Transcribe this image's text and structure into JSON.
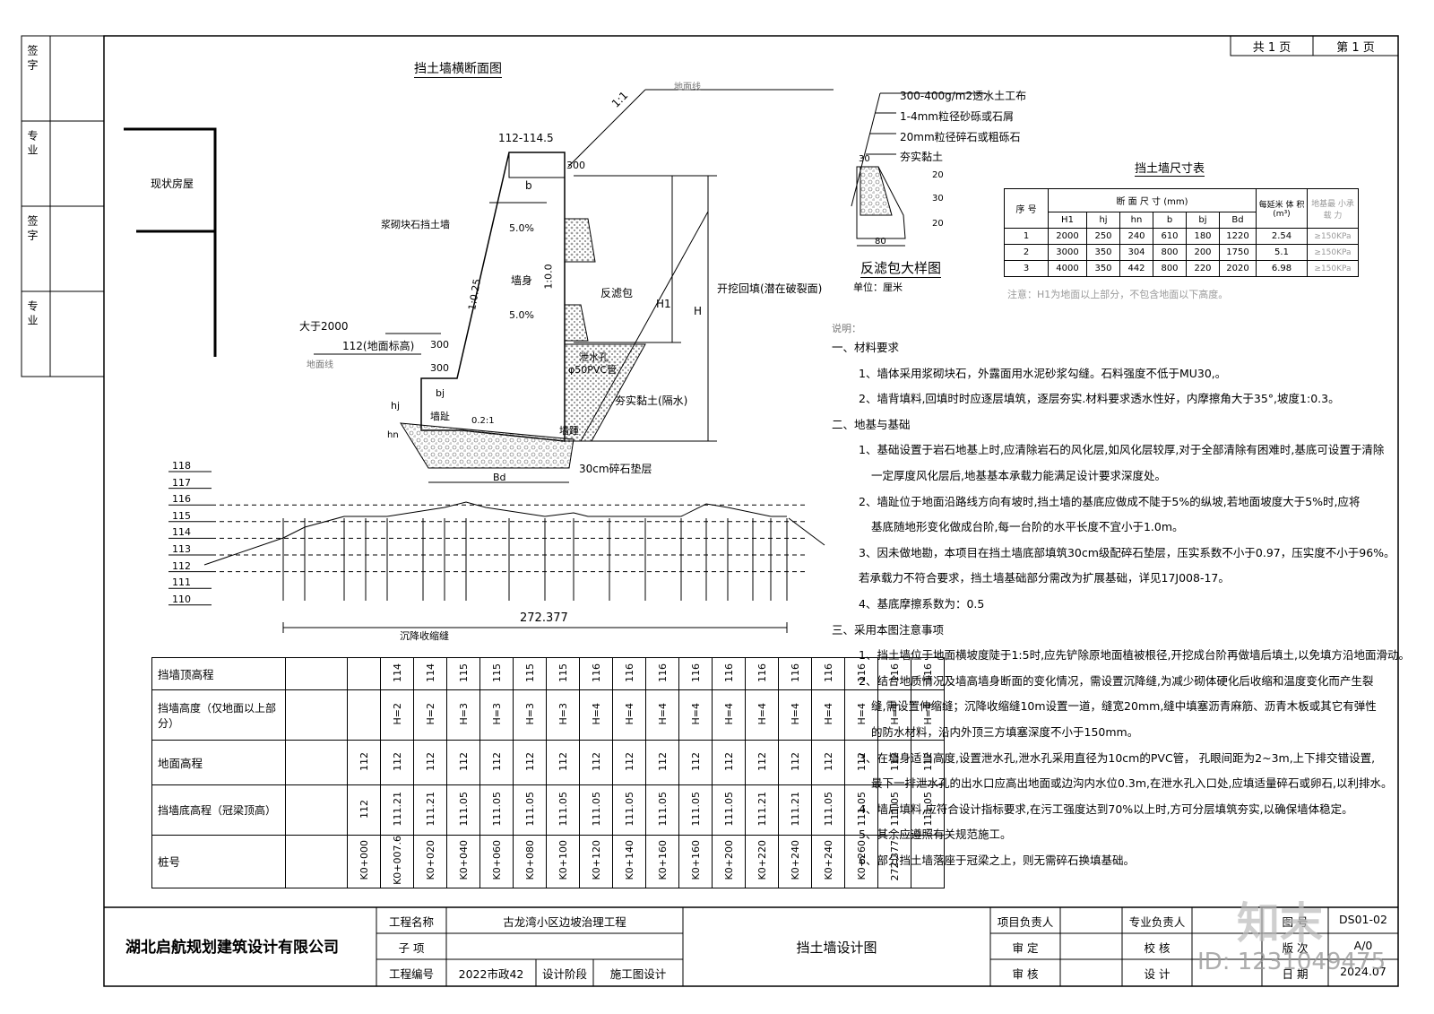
{
  "page_counter": {
    "total_label": "共 1 页",
    "page_label": "第 1 页"
  },
  "side_strip": [
    "签 字",
    "专 业",
    "签 字",
    "专 业"
  ],
  "section_title": "挡土墙横断面图",
  "cross_section": {
    "slope_ratio": "1:1",
    "ground_line": "地面线",
    "ground_line2": "地面线",
    "top_elev": "112-114.5",
    "cap_300": "300",
    "b": "b",
    "masonry_wall": "浆砌块石挡土墙",
    "grade1": "5.0%",
    "grade2": "5.0%",
    "body": "墙身",
    "batter": "1:0.25",
    "back_batter": "1:0.0",
    "filter_bag": "反滤包",
    "h1": "H1",
    "h": "H",
    "backfill": "开挖回填(潜在破裂面)",
    "more_than": "大于2000",
    "ground_elev": "112(地面标高)",
    "d300a": "300",
    "d300b": "300",
    "bj": "bj",
    "hj": "hj",
    "toe": "墙趾",
    "heel": "墙踵",
    "base_slope": "0.2:1",
    "hn": "hn",
    "drain_hole": "泄水孔",
    "pvc": "φ50PVC管",
    "clay": "夯实黏土(隔水)",
    "gravel": "30cm碎石垫层",
    "bd": "Bd",
    "building": "现状房屋"
  },
  "filter_detail": {
    "layers": [
      "300-400g/m2透水土工布",
      "1-4mm粒径砂砾或石屑",
      "20mm粒径碎石或粗砾石",
      "夯实黏土"
    ],
    "dim_top": "30",
    "dims_right": [
      "20",
      "30",
      "20"
    ],
    "dim_bottom": "80",
    "title": "反滤包大样图",
    "unit": "单位：厘米"
  },
  "dim_table": {
    "title": "挡土墙尺寸表",
    "col_seq": "序 号",
    "col_section": "断 面 尺 寸",
    "col_mm": "(mm)",
    "col_volume": "每延米 体 积 (m³)",
    "col_bearing": "地基最 小承载 力",
    "sub_headers": [
      "H1",
      "hj",
      "hn",
      "b",
      "bj",
      "Bd"
    ],
    "rows": [
      {
        "seq": "1",
        "H1": "2000",
        "hj": "250",
        "hn": "240",
        "b": "610",
        "bj": "180",
        "Bd": "1220",
        "vol": "2.54",
        "bear": "≥150KPa"
      },
      {
        "seq": "2",
        "H1": "3000",
        "hj": "350",
        "hn": "304",
        "b": "800",
        "bj": "200",
        "Bd": "1750",
        "vol": "5.1",
        "bear": "≥150KPa"
      },
      {
        "seq": "3",
        "H1": "4000",
        "hj": "350",
        "hn": "442",
        "b": "800",
        "bj": "220",
        "Bd": "2020",
        "vol": "6.98",
        "bear": "≥150KPa"
      }
    ],
    "note": "注意：H1为地面以上部分，不包含地面以下高度。"
  },
  "notes": [
    "说明：",
    "一、材料要求",
    "1、墙体采用浆砌块石，外露面用水泥砂浆勾缝。石料强度不低于MU30,。",
    "2、墙背填料,回填时时应逐层填筑，逐层夯实.材料要求透水性好，内摩擦角大于35°,坡度1:0.3。",
    "二、地基与基础",
    "1、基础设置于岩石地基上时,应清除岩石的风化层,如风化层较厚,对于全部清除有困难时,基底可设置于清除",
    "一定厚度风化层后,地基基本承载力能满足设计要求深度处。",
    "2、墙趾位于地面沿路线方向有坡时,挡土墙的基底应做成不陡于5%的纵坡,若地面坡度大于5%时,应将",
    "基底随地形变化做成台阶,每一台阶的水平长度不宜小于1.0m。",
    "3、因未做地勘，本项目在挡土墙底部填筑30cm级配碎石垫层，压实系数不小于0.97，压实度不小于96%。",
    "若承载力不符合要求，挡土墙基础部分需改为扩展基础，详见17J008-17。",
    "4、基底摩擦系数为：0.5",
    "三、采用本图注意事项",
    "1、挡土墙位于地面横坡度陡于1:5时,应先铲除原地面植被根径,开挖成台阶再做墙后填土,以免填方沿地面滑动。",
    "2、结合地质情况及墙高墙身断面的变化情况，需设置沉降缝,为减少砌体硬化后收缩和温度变化而产生裂",
    "缝,需设置伸缩缝；沉降收缩缝10m设置一道，缝宽20mm,缝中填塞沥青麻筋、沥青木板或其它有弹性",
    "的防水材料，沿内外顶三方填塞深度不小于150mm。",
    "3、在墙身适当高度,设置泄水孔,泄水孔采用直径为10cm的PVC管， 孔眼间距为2~3m,上下排交错设置,",
    "最下一排泄水孔的出水口应高出地面或边沟内水位0.3m,在泄水孔入口处,应填适量碎石或卵石,以利排水。",
    "4、墙后填料,应符合设计指标要求,在污工强度达到70%以上时,方可分层填筑夯实,以确保墙体稳定。",
    "5、其余应遵照有关规范施工。",
    "6、部分挡土墙落座于冠梁之上，则无需碎石换填基础。"
  ],
  "profile": {
    "elevations": [
      "118",
      "117",
      "116",
      "115",
      "114",
      "113",
      "112",
      "111",
      "110"
    ],
    "joint_label": "沉降收缩缝",
    "length": "272.377"
  },
  "station_table": {
    "row_labels": [
      "挡墙顶高程",
      "挡墙高度（仅地面以上部分）",
      "地面高程",
      "挡墙底高程（冠梁顶高）",
      "桩号"
    ],
    "top": [
      "",
      "114",
      "114",
      "115",
      "115",
      "115",
      "115",
      "116",
      "116",
      "116",
      "116",
      "116",
      "116",
      "116",
      "116",
      "116",
      "116",
      "116"
    ],
    "height": [
      "",
      "H=2",
      "H=2",
      "H=3",
      "H=3",
      "H=3",
      "H=3",
      "H=4",
      "H=4",
      "H=4",
      "H=4",
      "H=4",
      "H=4",
      "H=4",
      "H=4",
      "H=4",
      "H=4",
      "H=4"
    ],
    "ground": [
      "112",
      "112",
      "112",
      "112",
      "112",
      "112",
      "112",
      "112",
      "112",
      "112",
      "112",
      "112",
      "112",
      "112",
      "112",
      "112",
      "112",
      "112"
    ],
    "bottom": [
      "112",
      "111.21",
      "111.21",
      "111.05",
      "111.05",
      "111.05",
      "111.05",
      "111.05",
      "111.05",
      "111.05",
      "111.05",
      "111.05",
      "111.21",
      "111.21",
      "111.05",
      "111.05",
      "111.05",
      "111.05"
    ],
    "station": [
      "K0+000",
      "K0+007.6",
      "K0+020",
      "K0+040",
      "K0+060",
      "K0+080",
      "K0+100",
      "K0+120",
      "K0+140",
      "K0+160",
      "K0+160",
      "K0+200",
      "K0+220",
      "K0+240",
      "K0+240",
      "K0+260",
      "272.377",
      ""
    ]
  },
  "title_block": {
    "company": "湖北启航规划建筑设计有限公司",
    "project_name_label": "工程名称",
    "project_name": "古龙湾小区边坡治理工程",
    "sub_item_label": "子 项",
    "project_no_label": "工程编号",
    "project_no": "2022市政42",
    "stage_label": "设计阶段",
    "stage": "施工图设计",
    "drawing_title": "挡土墙设计图",
    "project_leader": "项目负责人",
    "specialty_leader": "专业负责人",
    "approve": "审 定",
    "check": "校 核",
    "review": "审 核",
    "design": "设 计",
    "drawing_no_label": "图 号",
    "drawing_no": "DS01-02",
    "version_label": "版 次",
    "version": "A/0",
    "date_label": "日 期",
    "date": "2024.07"
  },
  "watermark": {
    "brand": "知末",
    "id": "ID: 1231049475"
  }
}
